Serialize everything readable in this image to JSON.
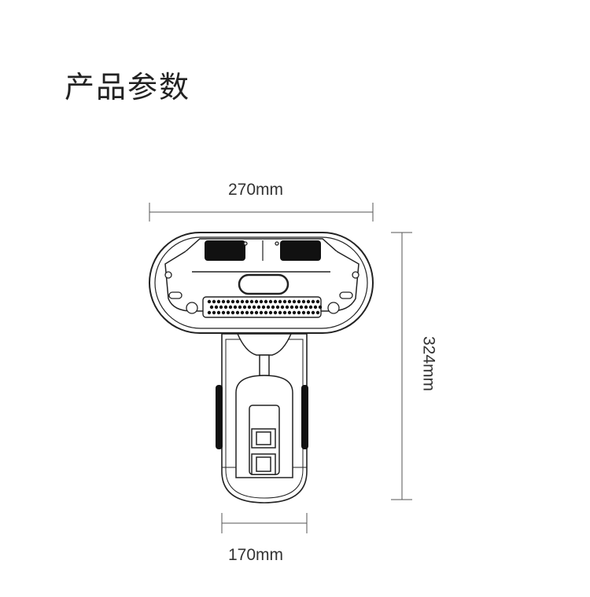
{
  "page": {
    "title": "产品参数"
  },
  "dimensions": {
    "width_label": "270mm",
    "height_label": "324mm",
    "handle_width_label": "170mm"
  },
  "colors": {
    "line": "#222222",
    "dimension_line": "#333333",
    "grille": "#111111"
  }
}
